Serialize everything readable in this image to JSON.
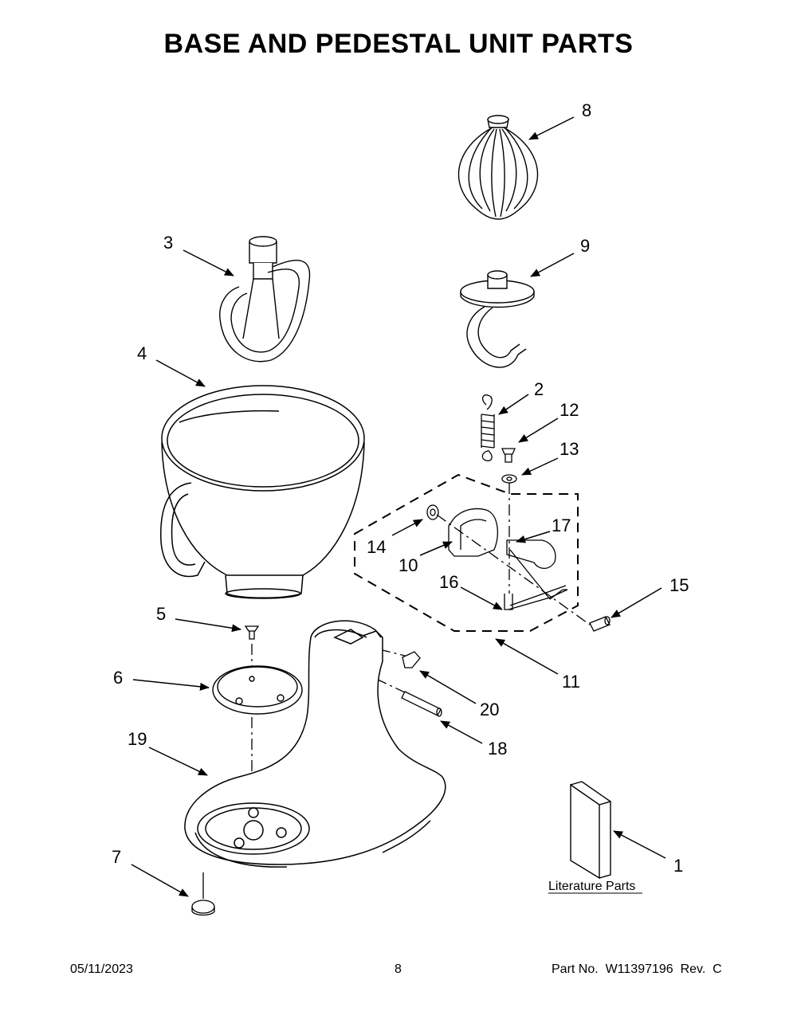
{
  "title": "BASE AND PEDESTAL UNIT PARTS",
  "footer": {
    "date": "05/11/2023",
    "page": "8",
    "part_no": "Part No.  W11397196  Rev.  C"
  },
  "literature_label": "Literature Parts",
  "callouts": [
    {
      "id": "c1",
      "label": "1"
    },
    {
      "id": "c2",
      "label": "2"
    },
    {
      "id": "c3",
      "label": "3"
    },
    {
      "id": "c4",
      "label": "4"
    },
    {
      "id": "c5",
      "label": "5"
    },
    {
      "id": "c6",
      "label": "6"
    },
    {
      "id": "c7",
      "label": "7"
    },
    {
      "id": "c8",
      "label": "8"
    },
    {
      "id": "c9",
      "label": "9"
    },
    {
      "id": "c10",
      "label": "10"
    },
    {
      "id": "c11",
      "label": "11"
    },
    {
      "id": "c12",
      "label": "12"
    },
    {
      "id": "c13",
      "label": "13"
    },
    {
      "id": "c14",
      "label": "14"
    },
    {
      "id": "c15",
      "label": "15"
    },
    {
      "id": "c16",
      "label": "16"
    },
    {
      "id": "c17",
      "label": "17"
    },
    {
      "id": "c18",
      "label": "18"
    },
    {
      "id": "c19",
      "label": "19"
    },
    {
      "id": "c20",
      "label": "20"
    }
  ]
}
